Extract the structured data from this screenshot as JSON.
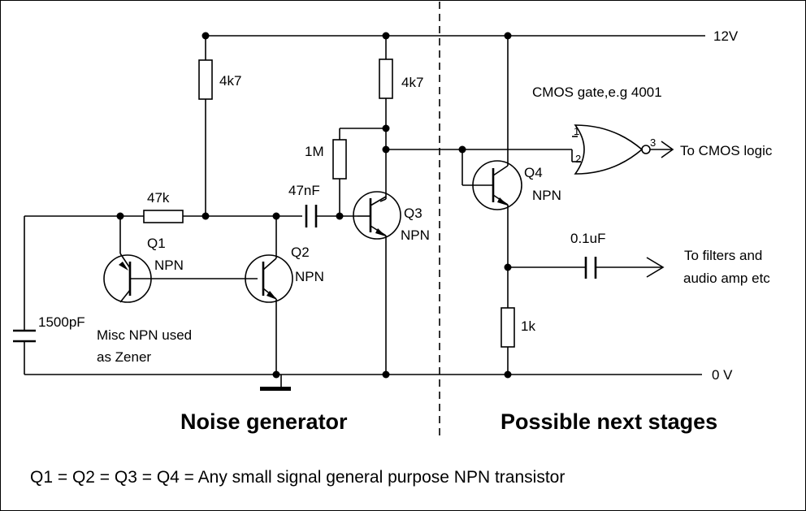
{
  "rails": {
    "supply": "12V",
    "ground": "0 V"
  },
  "resistors": {
    "r1": "4k7",
    "r2": "4k7",
    "r3": "47k",
    "r4": "1M",
    "r5": "1k"
  },
  "capacitors": {
    "c1": "1500pF",
    "c2": "47nF",
    "c3": "0.1uF"
  },
  "transistors": [
    {
      "name": "Q1",
      "type": "NPN"
    },
    {
      "name": "Q2",
      "type": "NPN"
    },
    {
      "name": "Q3",
      "type": "NPN"
    },
    {
      "name": "Q4",
      "type": "NPN"
    }
  ],
  "notes": {
    "zener_line1": "Misc NPN used",
    "zener_line2": "as Zener",
    "gate": "CMOS gate,e.g 4001",
    "gate_pin1": "1",
    "gate_pin2": "2",
    "gate_pin3": "3",
    "to_cmos": "To CMOS logic",
    "to_filters_line1": "To filters and",
    "to_filters_line2": "audio amp etc"
  },
  "sections": {
    "left": "Noise generator",
    "right": "Possible next stages"
  },
  "footnote": "Q1 = Q2 = Q3 = Q4 = Any small signal general purpose NPN transistor"
}
